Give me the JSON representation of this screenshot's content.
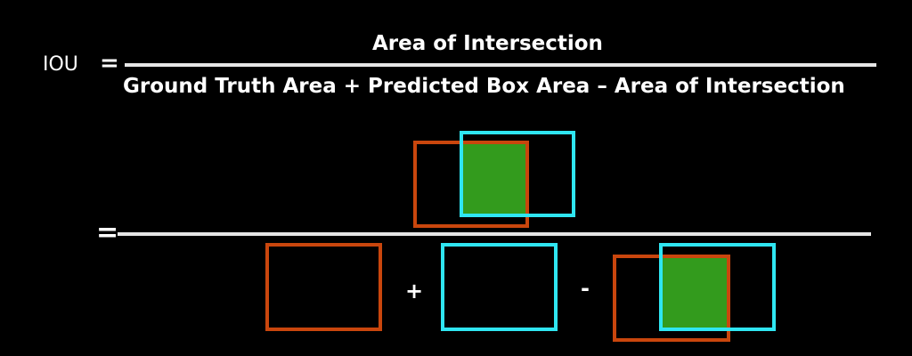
{
  "formula": {
    "lhs": "IOU",
    "equals_1": "=",
    "numerator": "Area of Intersection",
    "denominator": "Ground Truth Area + Predicted Box Area – Area of Intersection",
    "equals_2": "=",
    "plus": "+",
    "minus": "-"
  },
  "colors": {
    "background": "#000000",
    "ground_truth_box": "#c9460d",
    "predicted_box": "#2fe6f2",
    "intersection": "#339b1d",
    "text": "#ffffff",
    "fraction_line": "#e6e6e6"
  }
}
